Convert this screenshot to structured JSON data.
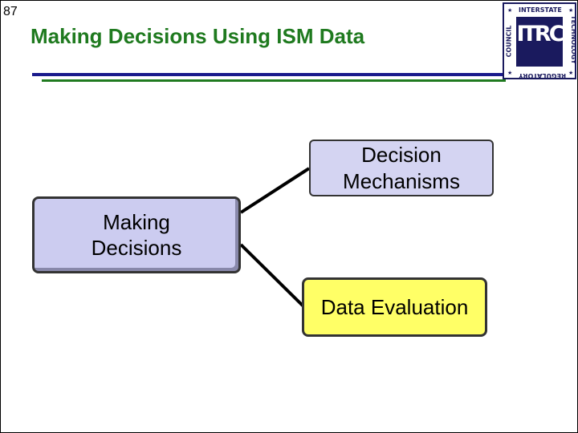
{
  "slide": {
    "number": "87",
    "title": "Making Decisions Using ISM Data"
  },
  "logo": {
    "mark": "ITRC",
    "top_text": "INTERSTATE",
    "right_text": "TECHNOLOGY",
    "bottom_text": "REGULATORY",
    "left_text": "COUNCIL",
    "color": "#1a1a5e"
  },
  "diagram": {
    "root": {
      "label": "Making\nDecisions",
      "color": "#ccccf0"
    },
    "children": [
      {
        "label": "Decision\nMechanisms",
        "color": "#d4d4f2"
      },
      {
        "label": "Data Evaluation",
        "color": "#ffff66"
      }
    ]
  },
  "colors": {
    "title": "#1f7a1f",
    "rule_blue": "#1a1a8c",
    "rule_green": "#1f7a1f"
  }
}
